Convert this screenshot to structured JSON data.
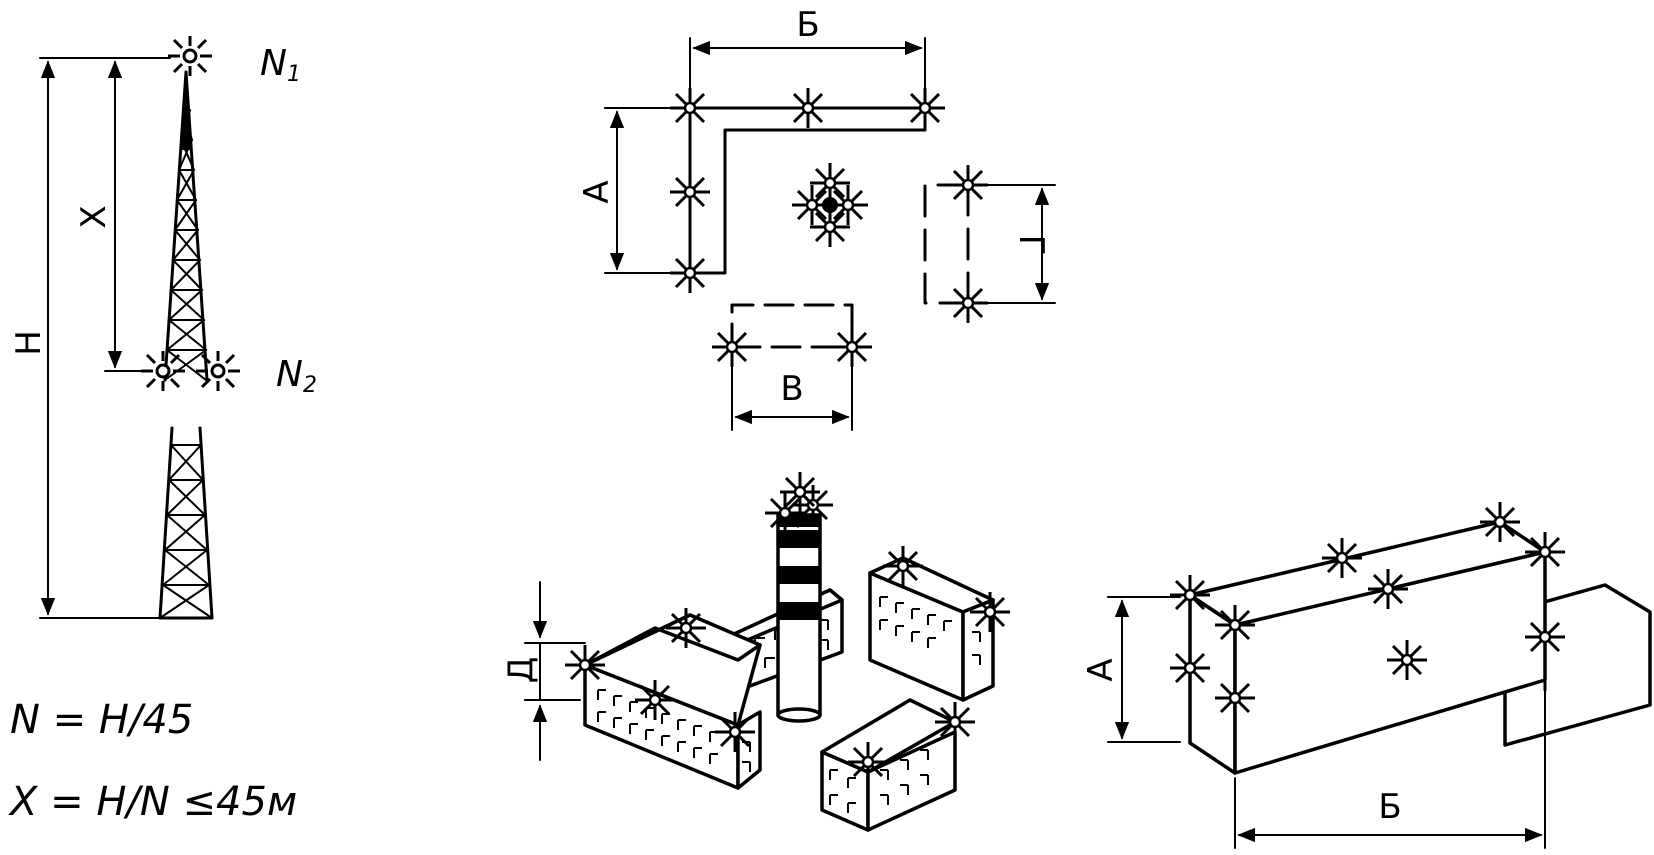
{
  "tower": {
    "light_top": "N",
    "light_top_sub": "1",
    "light_mid": "N",
    "light_mid_sub": "2",
    "dim_height": "H",
    "dim_spacing": "X"
  },
  "formulas": {
    "line1": "N = H/45",
    "line2": "X = H/N ≤45м"
  },
  "plan": {
    "dim_b": "Б",
    "dim_a": "А",
    "dim_v": "В",
    "dim_g": "Г"
  },
  "buildings": {
    "dim_d": "Д"
  },
  "long_building": {
    "dim_a": "А",
    "dim_b": "Б"
  },
  "colors": {
    "ink": "#000000",
    "paper": "#ffffff"
  }
}
